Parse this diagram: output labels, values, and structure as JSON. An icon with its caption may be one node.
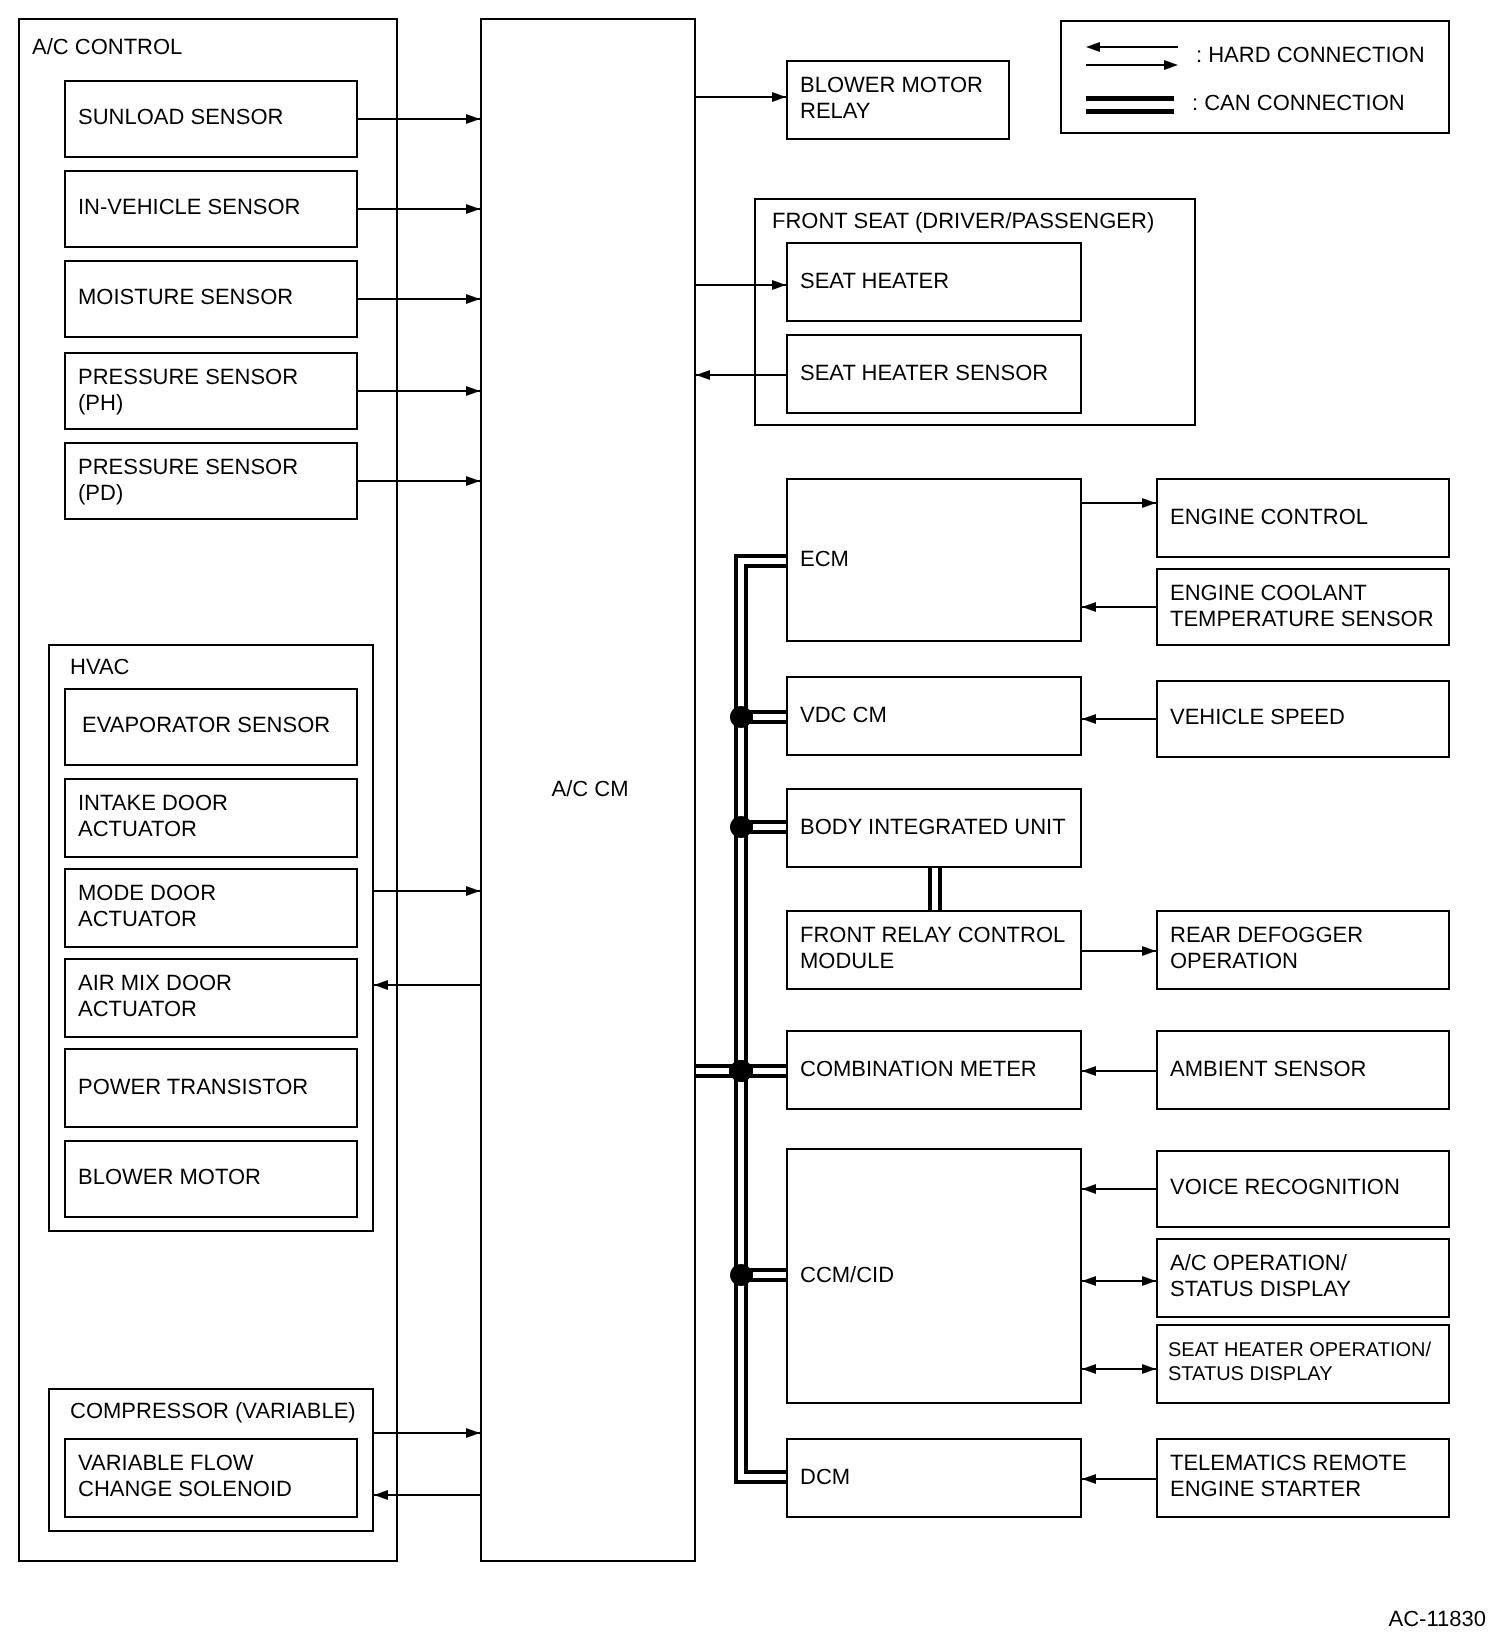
{
  "diagram": {
    "nodes": [
      {
        "text": [
          "A/C CONTROL"
        ]
      },
      {
        "text": [
          "SUNLOAD SENSOR"
        ],
        "in": 0
      },
      {
        "text": [
          "IN-VEHICLE SENSOR"
        ],
        "in": 0
      },
      {
        "text": [
          "MOISTURE SENSOR"
        ],
        "in": 0
      },
      {
        "text": [
          "PRESSURE SENSOR (PH)"
        ],
        "in": 0
      },
      {
        "text": [
          "PRESSURE SENSOR (PD)"
        ],
        "in": 0
      },
      {
        "text": [
          "HVAC"
        ],
        "in": 0
      },
      {
        "text": [
          "EVAPORATOR SENSOR"
        ],
        "in": 6
      },
      {
        "text": [
          "INTAKE DOOR ACTUATOR"
        ],
        "in": 6
      },
      {
        "text": [
          "MODE DOOR ACTUATOR"
        ],
        "in": 6
      },
      {
        "text": [
          "AIR MIX DOOR ACTUATOR"
        ],
        "in": 6
      },
      {
        "text": [
          "POWER TRANSISTOR"
        ],
        "in": 6
      },
      {
        "text": [
          "BLOWER MOTOR"
        ],
        "in": 6
      },
      {
        "text": [
          "COMPRESSOR (VARIABLE)"
        ],
        "in": 0
      },
      {
        "text": [
          "VARIABLE FLOW CHANGE SOLENOID"
        ],
        "in": 13
      },
      {
        "text": [
          "A/C CM"
        ]
      },
      {
        "text": [
          "BLOWER MOTOR RELAY"
        ]
      },
      {
        "text": [
          "FRONT SEAT (DRIVER/PASSENGER)"
        ]
      },
      {
        "text": [
          "SEAT HEATER"
        ],
        "in": 17
      },
      {
        "text": [
          "SEAT HEATER SENSOR"
        ],
        "in": 17
      },
      {
        "text": [
          "ECM"
        ]
      },
      {
        "text": [
          "ENGINE CONTROL"
        ]
      },
      {
        "text": [
          "ENGINE COOLANT TEMPERATURE SENSOR"
        ]
      },
      {
        "text": [
          "VDC CM"
        ]
      },
      {
        "text": [
          "VEHICLE SPEED"
        ]
      },
      {
        "text": [
          "BODY INTEGRATED UNIT"
        ]
      },
      {
        "text": [
          "FRONT RELAY CONTROL MODULE"
        ]
      },
      {
        "text": [
          "REAR DEFOGGER OPERATION"
        ]
      },
      {
        "text": [
          "COMBINATION METER"
        ]
      },
      {
        "text": [
          "AMBIENT SENSOR"
        ]
      },
      {
        "text": [
          "CCM/CID"
        ]
      },
      {
        "text": [
          "VOICE RECOGNITION"
        ]
      },
      {
        "text": [
          "A/C OPERATION/ STATUS DISPLAY"
        ]
      },
      {
        "text": [
          "SEAT HEATER OPERATION/ STATUS DISPLAY"
        ]
      },
      {
        "text": [
          "DCM"
        ]
      },
      {
        "text": [
          "TELEMATICS REMOTE ENGINE STARTER"
        ]
      },
      {
        "text": [],
        "shape": "bar"
      }
    ],
    "edges": [
      {
        "from": 1,
        "to": 15,
        "arrow": "to"
      },
      {
        "from": 2,
        "to": 15,
        "arrow": "to"
      },
      {
        "from": 3,
        "to": 15,
        "arrow": "to"
      },
      {
        "from": 4,
        "to": 15,
        "arrow": "to"
      },
      {
        "from": 5,
        "to": 15,
        "arrow": "to"
      },
      {
        "from": 6,
        "to": 15,
        "arrow": "to"
      },
      {
        "from": 15,
        "to": 6,
        "arrow": "to"
      },
      {
        "from": 13,
        "to": 15,
        "arrow": "to"
      },
      {
        "from": 15,
        "to": 13,
        "arrow": "to"
      },
      {
        "from": 15,
        "to": 16,
        "arrow": "to"
      },
      {
        "from": 15,
        "to": 18,
        "arrow": "to"
      },
      {
        "from": 19,
        "to": 15,
        "arrow": "to"
      },
      {
        "from": 20,
        "to": 21,
        "arrow": "to"
      },
      {
        "from": 22,
        "to": 20,
        "arrow": "to"
      },
      {
        "from": 24,
        "to": 23,
        "arrow": "to"
      },
      {
        "from": 26,
        "to": 27,
        "arrow": "to"
      },
      {
        "from": 29,
        "to": 28,
        "arrow": "to"
      },
      {
        "from": 31,
        "to": 30,
        "arrow": "to"
      },
      {
        "from": 30,
        "to": 32,
        "arrow": "both"
      },
      {
        "from": 30,
        "to": 33,
        "arrow": "both"
      },
      {
        "from": 35,
        "to": 34,
        "arrow": "to"
      },
      {
        "from": 15,
        "to": 36,
        "arrow": "other",
        "style": "thick"
      },
      {
        "from": 36,
        "to": 20,
        "arrow": "none",
        "style": "thick"
      },
      {
        "from": 23,
        "to": 36,
        "arrow": "other",
        "style": "thick"
      },
      {
        "from": 25,
        "to": 36,
        "arrow": "other",
        "style": "thick"
      },
      {
        "from": 28,
        "to": 36,
        "arrow": "other",
        "style": "thick"
      },
      {
        "from": 30,
        "to": 36,
        "arrow": "other",
        "style": "thick"
      },
      {
        "from": 36,
        "to": 34,
        "arrow": "none",
        "style": "thick"
      },
      {
        "from": 25,
        "to": 26,
        "arrow": "none",
        "style": "thick"
      }
    ],
    "labels": [
      "AC-11830"
    ],
    "legend": [
      {
        "text": ": HARD CONNECTION"
      },
      {
        "text": ": CAN CONNECTION"
      }
    ]
  }
}
